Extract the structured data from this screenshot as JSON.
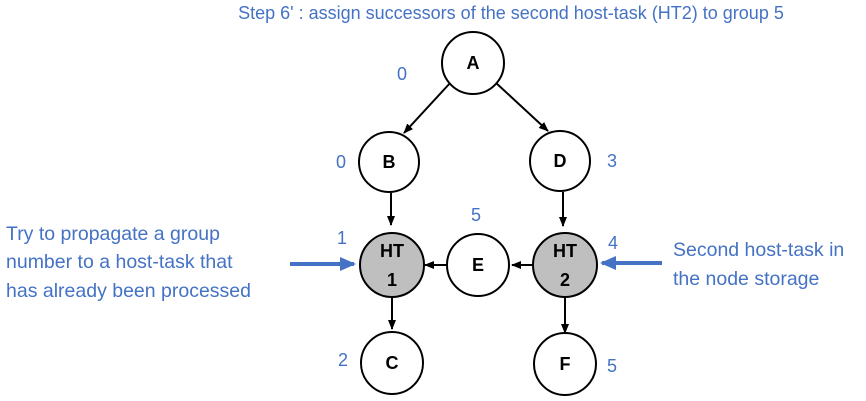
{
  "title": "Step 6' : assign successors of the second host-task (HT2) to group 5",
  "colors": {
    "accent": "#4472c4",
    "host_fill": "#bfbfbf"
  },
  "nodes": {
    "A": {
      "label": "A",
      "group": "0"
    },
    "B": {
      "label": "B",
      "group": "0"
    },
    "D": {
      "label": "D",
      "group": "3"
    },
    "HT1": {
      "label_line1": "HT",
      "label_line2": "1",
      "group": "1"
    },
    "E": {
      "label": "E",
      "group": "5"
    },
    "HT2": {
      "label_line1": "HT",
      "label_line2": "2",
      "group": "4"
    },
    "C": {
      "label": "C",
      "group": "2"
    },
    "F": {
      "label": "F",
      "group": "5"
    }
  },
  "left_note": {
    "lines": [
      "Try to propagate a group",
      "number to a host-task that",
      "has already been processed"
    ]
  },
  "right_note": {
    "lines": [
      "Second host-task in",
      "the node storage"
    ]
  }
}
